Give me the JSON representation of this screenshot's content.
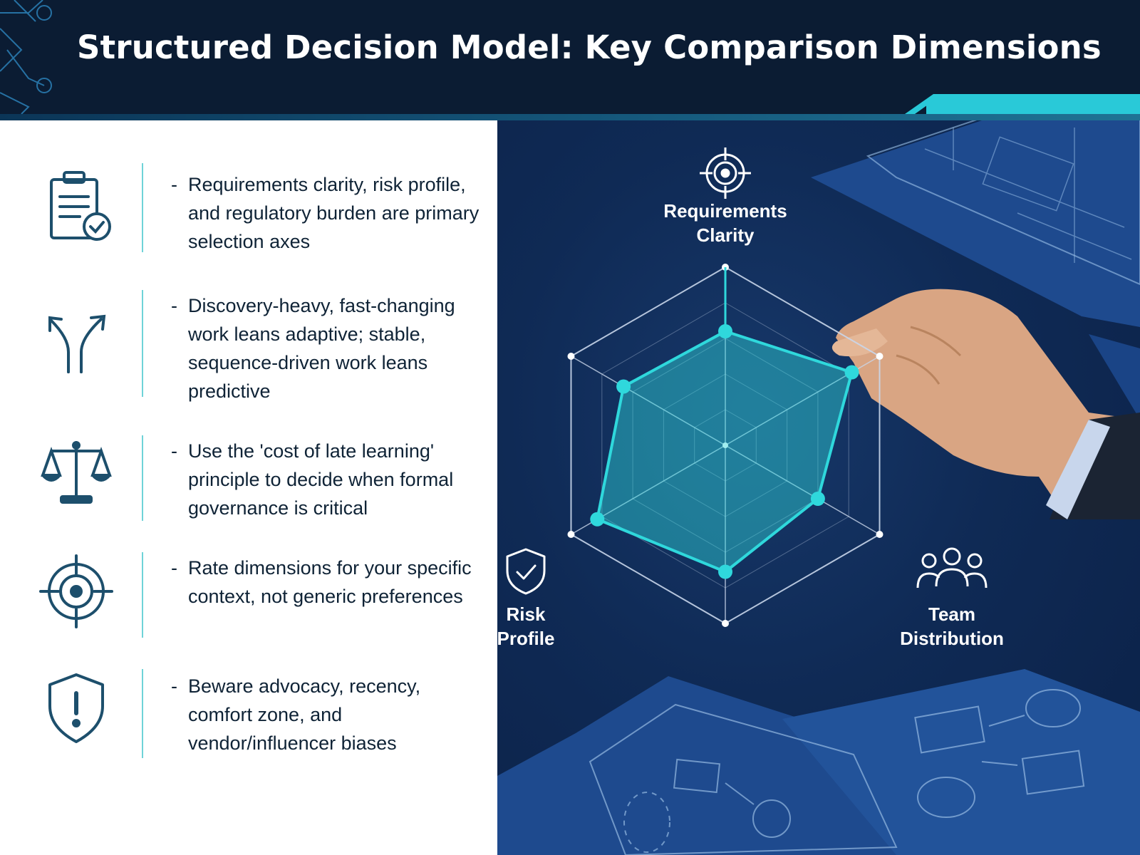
{
  "header": {
    "title": "Structured Decision Model: Key Comparison Dimensions"
  },
  "items": [
    {
      "icon": "clipboard-check-icon",
      "dash": "-",
      "text": "Requirements clarity, risk profile, and regulatory burden are primary selection axes"
    },
    {
      "icon": "split-arrows-icon",
      "dash": "-",
      "text": "Discovery-heavy, fast-changing work leans adaptive; stable, sequence-driven work leans predictive"
    },
    {
      "icon": "balance-scale-icon",
      "dash": "-",
      "text": "Use the 'cost of late learning' principle to decide when formal governance is critical"
    },
    {
      "icon": "target-icon",
      "dash": "-",
      "text": "Rate dimensions for your specific context, not generic preferences"
    },
    {
      "icon": "shield-alert-icon",
      "dash": "-",
      "text": "Beware advocacy, recency, comfort zone, and vendor/influencer biases"
    }
  ],
  "radar": {
    "dimensions": [
      {
        "label_line1": "Requirements",
        "label_line2": "Clarity",
        "icon": "crosshair-icon"
      },
      {
        "label_line1": "Team",
        "label_line2": "Distribution",
        "icon": "team-icon"
      },
      {
        "label_line1": "Risk",
        "label_line2": "Profile",
        "icon": "shield-check-icon"
      }
    ],
    "values": [
      0.64,
      0.82,
      0.6,
      0.71,
      0.83,
      0.66
    ],
    "max": 1,
    "levels": 5
  },
  "colors": {
    "header_bg": "#0b1c33",
    "accent": "#2fd8dc",
    "left_text": "#0f2336",
    "icon": "#1d4f6c",
    "panel_bg": "#0f2a55"
  }
}
